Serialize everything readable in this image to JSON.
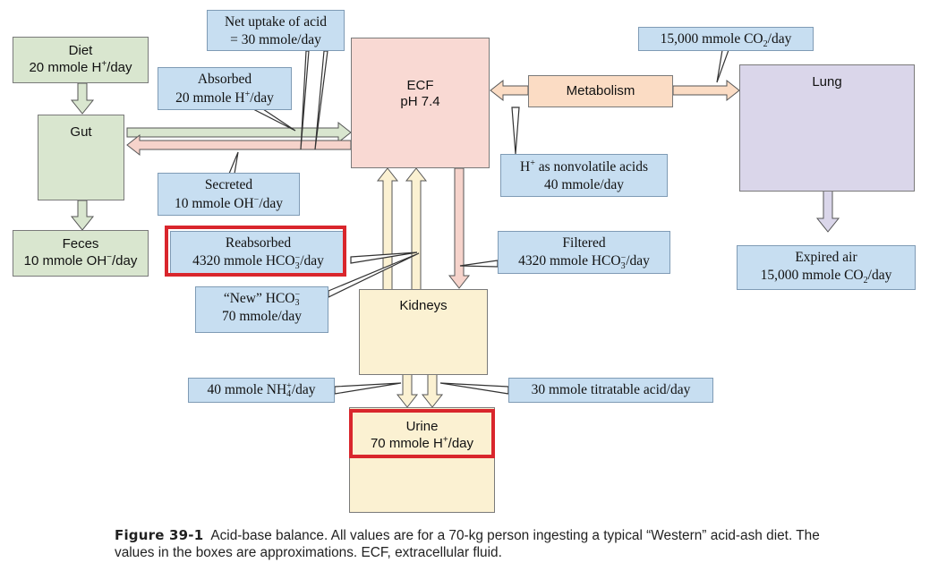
{
  "boxes": {
    "diet": {
      "line1": "Diet",
      "line2_pre": "20 mmole H",
      "line2_sup": "+",
      "line2_post": "/day"
    },
    "gut": {
      "label": "Gut"
    },
    "feces": {
      "line1": "Feces",
      "line2_pre": "10 mmole OH",
      "line2_sup": "−",
      "line2_post": "/day"
    },
    "ecf": {
      "line1": "ECF",
      "line2": "pH 7.4"
    },
    "metabolism": {
      "label": "Metabolism"
    },
    "lung": {
      "label": "Lung"
    },
    "kidneys": {
      "label": "Kidneys"
    },
    "urine": {
      "line1": "Urine",
      "line2_pre": "70 mmole H",
      "line2_sup": "+",
      "line2_post": "/day"
    }
  },
  "notes": {
    "net_uptake": {
      "line1": "Net uptake of acid",
      "line2": "= 30 mmole/day"
    },
    "absorbed": {
      "line1": "Absorbed",
      "line2_pre": "20 mmole H",
      "line2_sup": "+",
      "line2_post": "/day"
    },
    "co2_metab": {
      "pre": "15,000 mmole CO",
      "sub": "2",
      "post": "/day"
    },
    "secreted": {
      "line1": "Secreted",
      "line2_pre": "10 mmole OH",
      "line2_sup": "−",
      "line2_post": "/day"
    },
    "h_nonvolatile": {
      "line1_pre": "H",
      "line1_sup": "+",
      "line1_post": " as nonvolatile acids",
      "line2": "40 mmole/day"
    },
    "reabsorbed": {
      "line1": "Reabsorbed",
      "line2_pre": "4320 mmole HCO",
      "line2_sup": "−",
      "line2_sub": "3",
      "line2_post": "/day"
    },
    "filtered": {
      "line1": "Filtered",
      "line2_pre": "4320 mmole HCO",
      "line2_sup": "−",
      "line2_sub": "3",
      "line2_post": "/day"
    },
    "expired": {
      "line1": "Expired air",
      "line2_pre": "15,000 mmole CO",
      "line2_sub": "2",
      "line2_post": "/day"
    },
    "new_hco3": {
      "line1_pre": "“New” HCO",
      "line1_sup": "−",
      "line1_sub": "3",
      "line2": "70 mmole/day"
    },
    "nh4": {
      "pre": "40 mmole NH",
      "sup": "+",
      "sub": "4",
      "post": "/day"
    },
    "titratable": {
      "label": "30 mmole titratable acid/day"
    }
  },
  "caption": {
    "figure": "Figure 39-1",
    "text": "Acid-base balance. All values are for a 70-kg person ingesting a typical “Western” acid-ash diet. The values in the boxes are approximations. ECF, extracellular fluid."
  },
  "colors": {
    "green_box": "#d9e6cf",
    "pink_box": "#f9d9d3",
    "peach_box": "#fbdcc4",
    "lavender_box": "#dad6ea",
    "cream_box": "#fbf1d2",
    "blue_note": "#c7def1",
    "highlight_red": "#d9262c"
  },
  "icons": [
    "intestine-icon",
    "lungs-icon",
    "kidneys-icon",
    "bladder-icon"
  ]
}
